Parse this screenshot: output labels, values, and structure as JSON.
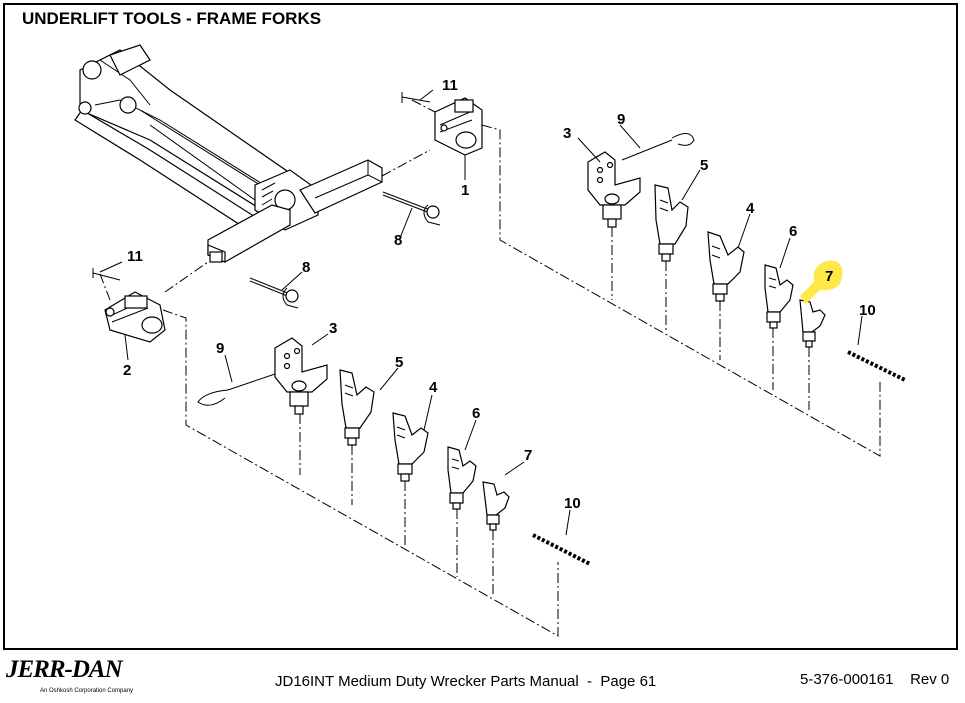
{
  "title": "UNDERLIFT TOOLS - FRAME FORKS",
  "footer": {
    "brand": "JERR-DAN",
    "brand_sub": "An Oshkosh Corporation Company",
    "manual": "JD16INT Medium Duty Wrecker Parts Manual  -  Page 61",
    "part_number": "5-376-000161",
    "revision": "Rev 0"
  },
  "callouts": {
    "c1": "1",
    "c2": "2",
    "c3a": "3",
    "c3b": "3",
    "c4a": "4",
    "c4b": "4",
    "c5a": "5",
    "c5b": "5",
    "c6a": "6",
    "c6b": "6",
    "c7a": "7",
    "c7b": "7",
    "c8a": "8",
    "c8b": "8",
    "c9a": "9",
    "c9b": "9",
    "c10a": "10",
    "c10b": "10",
    "c11a": "11",
    "c11b": "11"
  },
  "colors": {
    "highlight": "#ffe84a",
    "ink": "#000000"
  },
  "icons": {
    "brand_logo": "jerr-dan-logo"
  }
}
